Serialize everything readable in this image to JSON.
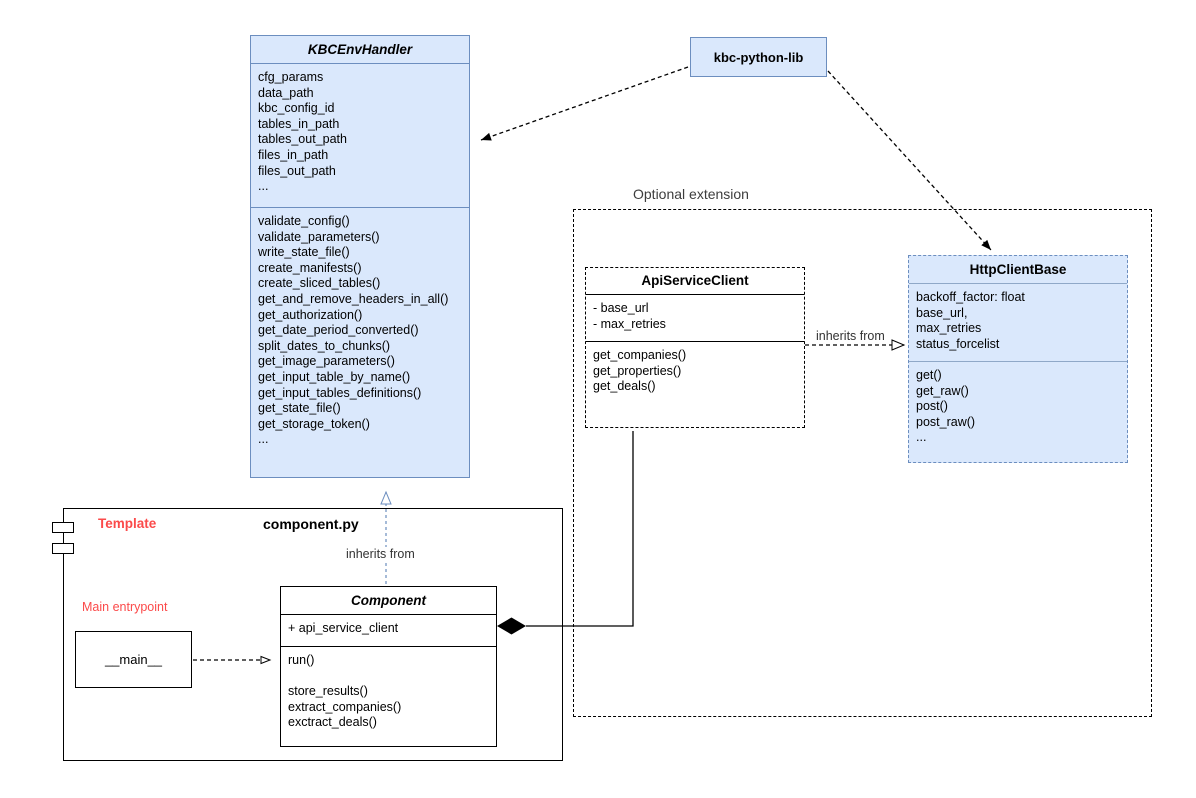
{
  "colors": {
    "class_fill": "#dae8fc",
    "class_border": "#6c8ebf",
    "accent_red": "#fb4a4a",
    "connector_black": "#000000",
    "inherit_blue": "#6c8ebf"
  },
  "labels": {
    "optional_extension": "Optional extension",
    "template": "Template",
    "component_file": "component.py",
    "main_entrypoint": "Main entrypoint",
    "inherits_from_kbc": "inherits from",
    "inherits_from_http": "inherits from"
  },
  "nodes": {
    "kbc_python_lib": {
      "label": "kbc-python-lib"
    },
    "main_entry": {
      "label": "__main__"
    }
  },
  "classes": {
    "kbc_env_handler": {
      "name": "KBCEnvHandler",
      "attributes": [
        "cfg_params",
        "data_path",
        "kbc_config_id",
        "tables_in_path",
        "tables_out_path",
        "files_in_path",
        "files_out_path",
        "..."
      ],
      "methods": [
        "validate_config()",
        "validate_parameters()",
        "write_state_file()",
        "create_manifests()",
        "create_sliced_tables()",
        "get_and_remove_headers_in_all()",
        "get_authorization()",
        "get_date_period_converted()",
        "split_dates_to_chunks()",
        "get_image_parameters()",
        "get_input_table_by_name()",
        "get_input_tables_definitions()",
        "get_state_file()",
        "get_storage_token()",
        "..."
      ]
    },
    "api_service_client": {
      "name": "ApiServiceClient",
      "attributes": [
        "- base_url",
        "- max_retries"
      ],
      "methods": [
        "get_companies()",
        "get_properties()",
        "get_deals()"
      ]
    },
    "http_client_base": {
      "name": "HttpClientBase",
      "attributes": [
        "backoff_factor: float",
        "base_url,",
        "max_retries",
        "status_forcelist"
      ],
      "methods": [
        "get()",
        "get_raw()",
        "post()",
        "post_raw()",
        "..."
      ]
    },
    "component": {
      "name": "Component",
      "attributes": [
        "+ api_service_client"
      ],
      "methods": [
        "run()",
        "",
        "store_results()",
        "extract_companies()",
        "exctract_deals()"
      ]
    }
  }
}
